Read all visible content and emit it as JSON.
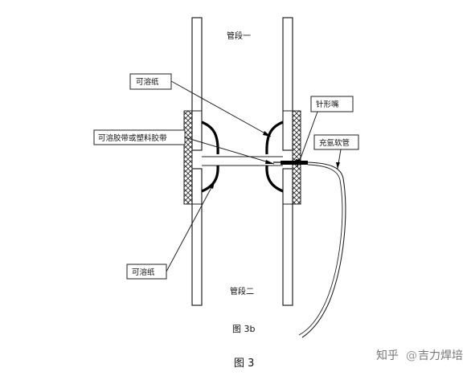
{
  "diagram": {
    "pipes": {
      "upper_label": "管段一",
      "lower_label": "管段二"
    },
    "callouts": {
      "soluble_paper_top": "可溶纸",
      "tape": "可溶胶带或塑料胶带",
      "soluble_paper_bottom": "可溶纸",
      "needle": "针形嘴",
      "hose": "充氩软管"
    },
    "caption_sub": "图 3b",
    "caption_main": "图 3"
  },
  "watermark": {
    "site": "知乎",
    "at": "@",
    "author": "吉力焊培"
  }
}
